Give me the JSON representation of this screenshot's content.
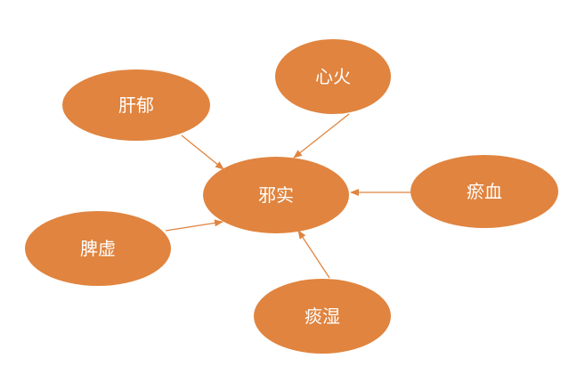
{
  "nodes": {
    "center": "邪实",
    "gan_yu": "肝郁",
    "xin_huo": "心火",
    "yu_xue": "瘀血",
    "pi_xu": "脾虚",
    "tan_shi": "痰湿"
  },
  "colors": {
    "node": "#E0843F",
    "text": "#FFFFFF"
  }
}
